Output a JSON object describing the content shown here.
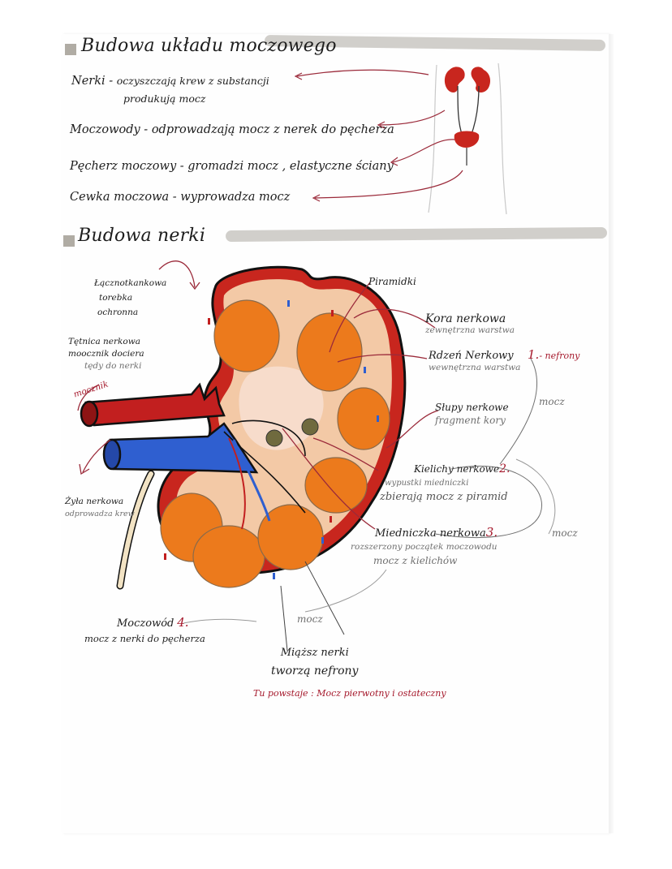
{
  "section1": {
    "heading": "Budowa układu moczowego",
    "items": [
      {
        "term": "Nerki",
        "sep": " - ",
        "desc": "oczyszczają krew z substancji",
        "desc2": "produkują mocz"
      },
      {
        "term": "Moczowody",
        "sep": " - ",
        "desc": "odprowadzają mocz z nerek do pęcherza"
      },
      {
        "term": "Pęcherz moczowy",
        "sep": " - ",
        "desc": "gromadzi mocz , elastyczne ściany"
      },
      {
        "term": "Cewka moczowa",
        "sep": " - ",
        "desc": "wyprowadza mocz"
      }
    ]
  },
  "section2": {
    "heading": "Budowa nerki",
    "labels": {
      "capsule": [
        "Łącznotkankowa",
        "torebka",
        "ochronna"
      ],
      "artery": [
        "Tętnica nerkowa",
        "moocznik dociera",
        "tędy do nerki"
      ],
      "artery_red": "mocznik",
      "vein": [
        "Żyła nerkowa",
        "odprowadza krew"
      ],
      "pyramids": "Piramidki",
      "cortex": [
        "Kora nerkowa",
        "zewnętrzna warstwa"
      ],
      "medulla": [
        "Rdzeń Nerkowy",
        "wewnętrzna warstwa"
      ],
      "medulla_num": "1.",
      "medulla_note": "- nefrony",
      "columns": [
        "Słupy nerkowe",
        "fragment kory"
      ],
      "calyces": [
        "Kielichy nerkowe",
        "wypustki miedniczki",
        "zbierają mocz z piramid"
      ],
      "calyces_num": "2.",
      "pelvis": [
        "Miedniczka nerkowa",
        "rozszerzony początek moczowodu",
        "mocz z kielichów"
      ],
      "pelvis_num": "3.",
      "ureter": [
        "Moczowód",
        "mocz z nerki do pęcherza"
      ],
      "ureter_num": "4.",
      "parenchyma": [
        "Miąższ nerki",
        "tworzą nefrony"
      ],
      "formed_here": "Tu powstaje : Mocz pierwotny i ostateczny",
      "flow_1": "mocz",
      "flow_2": "mocz",
      "flow_3": "mocz"
    }
  },
  "colors": {
    "ink": "#1d1d1d",
    "pencil": "#6f6f6f",
    "red_ink": "#a5182b",
    "kidney_outer": "#c8261e",
    "kidney_inner": "#f3c9a6",
    "pyramid": "#ec7a1c",
    "vein": "#2f5fd0",
    "artery": "#c21f1f",
    "highlighter": "#c9c7c2"
  }
}
